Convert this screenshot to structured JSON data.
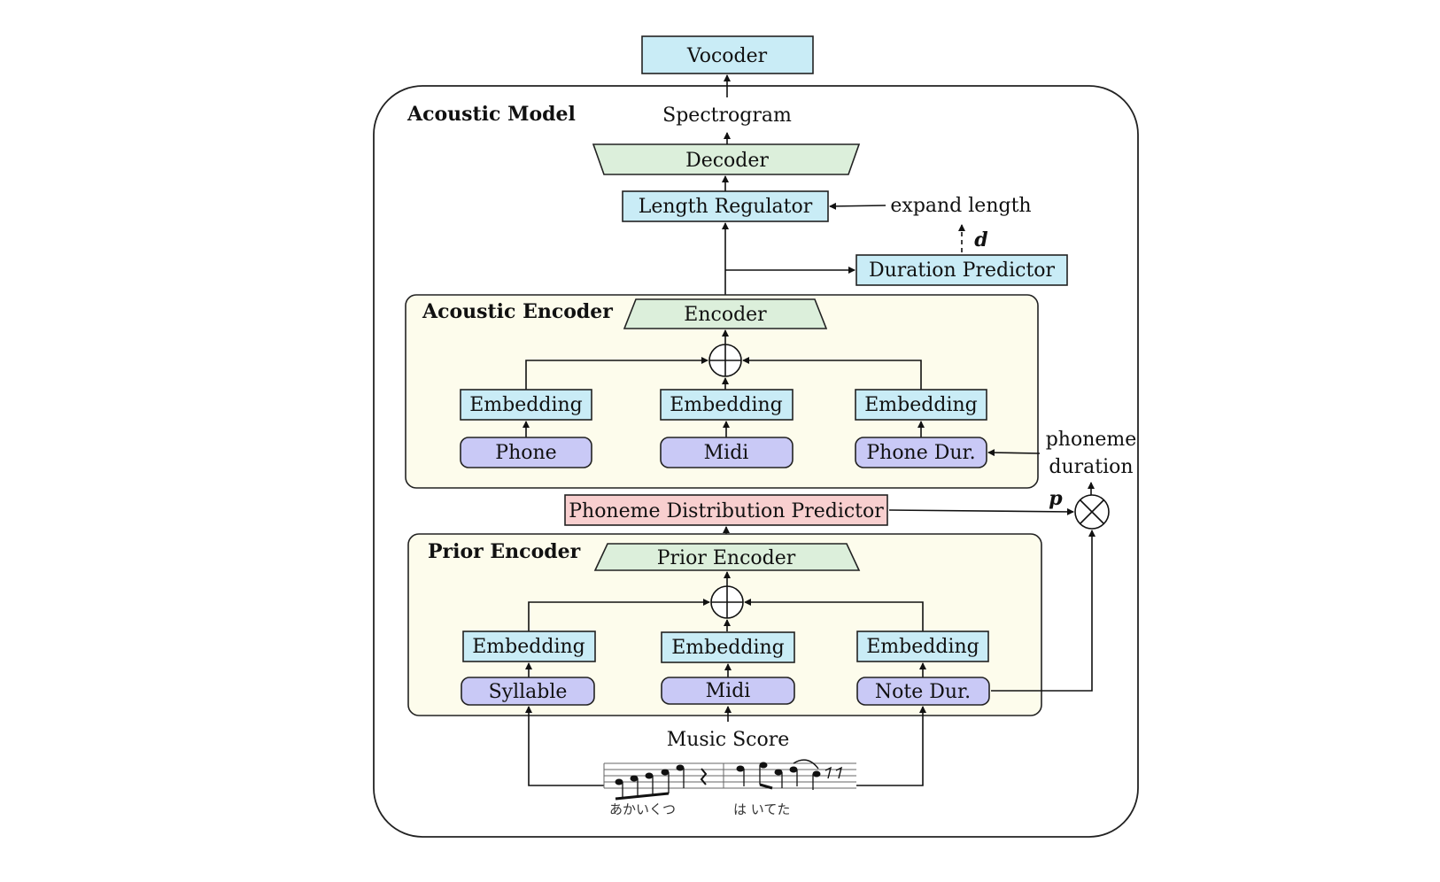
{
  "acoustic_model": {
    "title": "Acoustic Model",
    "vocoder": "Vocoder",
    "spectrogram": "Spectrogram",
    "decoder": "Decoder",
    "length_regulator": "Length Regulator",
    "expand_length": "expand length",
    "d_symbol": "d",
    "duration_predictor": "Duration Predictor"
  },
  "acoustic_encoder": {
    "title": "Acoustic Encoder",
    "encoder": "Encoder",
    "embeddings": [
      "Embedding",
      "Embedding",
      "Embedding"
    ],
    "inputs": [
      "Phone",
      "Midi",
      "Phone Dur."
    ]
  },
  "phoneme_duration": {
    "line1": "phoneme",
    "line2": "duration"
  },
  "p_symbol": "p",
  "phoneme_distribution_predictor": "Phoneme Distribution  Predictor",
  "prior_encoder": {
    "title": "Prior Encoder",
    "encoder": "Prior Encoder",
    "embeddings": [
      "Embedding",
      "Embedding",
      "Embedding"
    ],
    "inputs": [
      "Syllable",
      "Midi",
      "Note Dur."
    ]
  },
  "music_score": {
    "label": "Music Score",
    "lyrics_left": "あかいくつ",
    "lyrics_right": "は いてた"
  },
  "colors": {
    "blue": "#c9ecf6",
    "green": "#dcefdb",
    "purple": "#c9c9f6",
    "pink": "#f8cfcf",
    "panel": "#fdfcec"
  }
}
